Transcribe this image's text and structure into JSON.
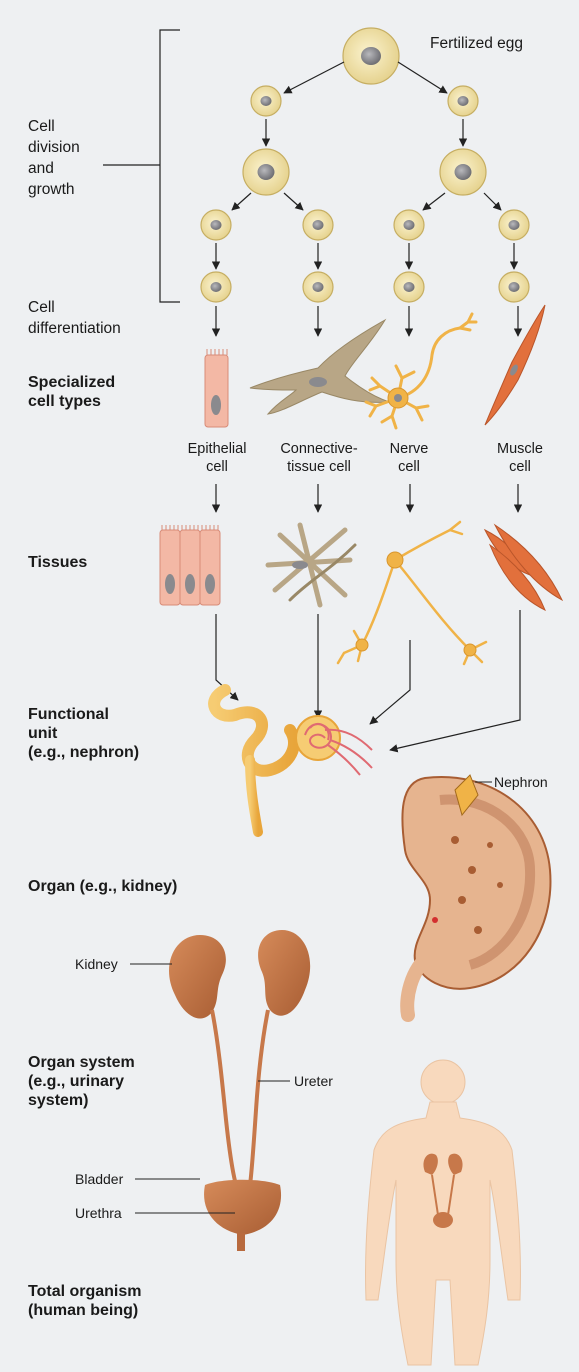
{
  "colors": {
    "background": "#eef0f2",
    "cell_fill": "#efe3a6",
    "cell_stroke": "#c9b46a",
    "nucleus": "#8a8a8e",
    "epithelial": "#f3b8a5",
    "connective": "#b8a686",
    "nerve": "#f0b347",
    "muscle": "#e2703c",
    "nephron_tube": "#f1b94d",
    "glomerulus": "#e06a72",
    "kidney": "#c7784a",
    "body": "#f8d9bd"
  },
  "labels": {
    "fertilized_egg": "Fertilized egg",
    "cell_division": "Cell\ndivision\nand\ngrowth",
    "cell_differentiation": "Cell\ndifferentiation"
  },
  "levels": {
    "specialized": "Specialized\ncell types",
    "tissues": "Tissues",
    "functional_unit": "Functional\nunit\n(e.g., nephron)",
    "organ": "Organ (e.g., kidney)",
    "organ_system": "Organ system\n(e.g., urinary\nsystem)",
    "organism": "Total organism\n(human being)"
  },
  "cell_types": [
    {
      "name": "Epithelial\ncell",
      "icon": "epithelial-cell-icon"
    },
    {
      "name": "Connective-\ntissue cell",
      "icon": "connective-tissue-cell-icon"
    },
    {
      "name": "Nerve\ncell",
      "icon": "nerve-cell-icon"
    },
    {
      "name": "Muscle\ncell",
      "icon": "muscle-cell-icon"
    }
  ],
  "anatomy": {
    "nephron": "Nephron",
    "kidney": "Kidney",
    "ureter": "Ureter",
    "bladder": "Bladder",
    "urethra": "Urethra"
  }
}
